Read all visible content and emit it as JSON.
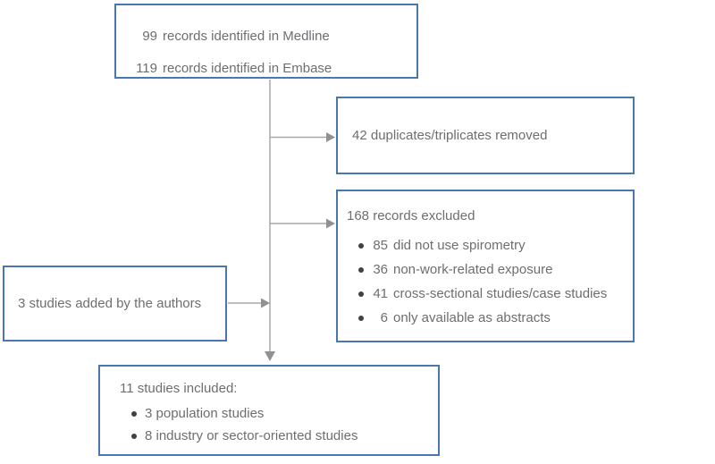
{
  "colors": {
    "border": "#4a77b0",
    "text": "#6d6e71",
    "line": "#a7a7a7",
    "arrow": "#8f9193",
    "bullet": "#414042"
  },
  "boxes": {
    "identified": {
      "lines": [
        {
          "num": "99",
          "text": "records identified in Medline"
        },
        {
          "num": "119",
          "text": "records identified in Embase"
        }
      ]
    },
    "duplicates": {
      "label": "42 duplicates/triplicates removed"
    },
    "excluded": {
      "title": "168 records excluded",
      "bullets": [
        {
          "num": "85",
          "text": "did not use spirometry"
        },
        {
          "num": "36",
          "text": "non-work-related exposure"
        },
        {
          "num": "41",
          "text": "cross-sectional studies/case studies"
        },
        {
          "num": "6",
          "text": "only available as abstracts"
        }
      ]
    },
    "added": {
      "label": "3 studies added by the authors"
    },
    "included": {
      "title": "11 studies included:",
      "bullets": [
        "3 population studies",
        "8 industry or sector-oriented studies"
      ]
    }
  }
}
